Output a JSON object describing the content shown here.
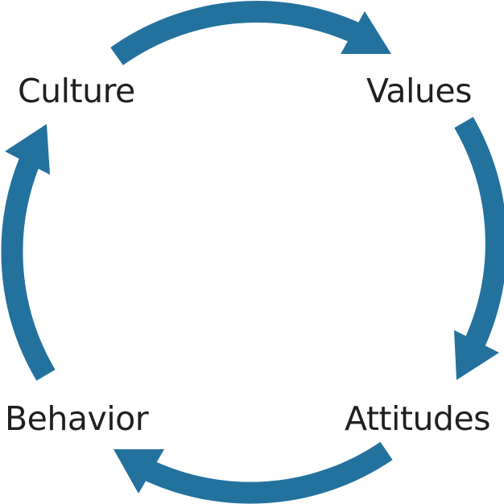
{
  "diagram": {
    "type": "cycle",
    "accent_color": "#23729e",
    "nodes": [
      {
        "id": "culture",
        "label": "Culture"
      },
      {
        "id": "values",
        "label": "Values"
      },
      {
        "id": "attitudes",
        "label": "Attitudes"
      },
      {
        "id": "behavior",
        "label": "Behavior"
      }
    ],
    "edges": [
      {
        "from": "Culture",
        "to": "Values"
      },
      {
        "from": "Values",
        "to": "Attitudes"
      },
      {
        "from": "Attitudes",
        "to": "Behavior"
      },
      {
        "from": "Behavior",
        "to": "Culture"
      }
    ]
  }
}
